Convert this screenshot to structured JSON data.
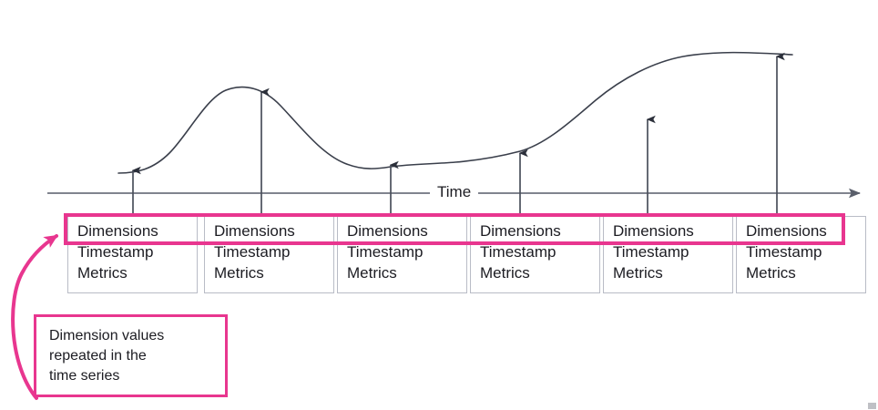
{
  "diagram": {
    "title_axis_label": "Time",
    "colors": {
      "accent_pink": "#e8368f",
      "curve_stroke": "#3a3f4b",
      "axis_stroke": "#6e727e",
      "box_border": "#b9bcc6",
      "text": "#1c1c22",
      "background": "#ffffff"
    },
    "records": [
      {
        "dimensions": "Dimensions",
        "timestamp": "Timestamp",
        "metrics": "Metrics"
      },
      {
        "dimensions": "Dimensions",
        "timestamp": "Timestamp",
        "metrics": "Metrics"
      },
      {
        "dimensions": "Dimensions",
        "timestamp": "Timestamp",
        "metrics": "Metrics"
      },
      {
        "dimensions": "Dimensions",
        "timestamp": "Timestamp",
        "metrics": "Metrics"
      },
      {
        "dimensions": "Dimensions",
        "timestamp": "Timestamp",
        "metrics": "Metrics"
      },
      {
        "dimensions": "Dimensions",
        "timestamp": "Timestamp",
        "metrics": "Metrics"
      }
    ],
    "callout": {
      "line1": "Dimension values",
      "line2": "repeated in the",
      "line3": "time series"
    }
  },
  "chart_data": {
    "type": "line",
    "title": "",
    "xlabel": "Time",
    "ylabel": "",
    "grid": false,
    "legend": null,
    "x": [
      1,
      2,
      3,
      4,
      5,
      6
    ],
    "series": [
      {
        "name": "metric",
        "values": [
          0.12,
          0.88,
          0.3,
          0.26,
          0.62,
          1.0
        ]
      }
    ],
    "annotations": [
      "Six sample arrows rise from the time axis to the curve, one per record box",
      "Each sample maps to a record of Dimensions, Timestamp and Metrics"
    ],
    "xlim": [
      0,
      7
    ],
    "ylim": [
      0,
      1.1
    ]
  }
}
